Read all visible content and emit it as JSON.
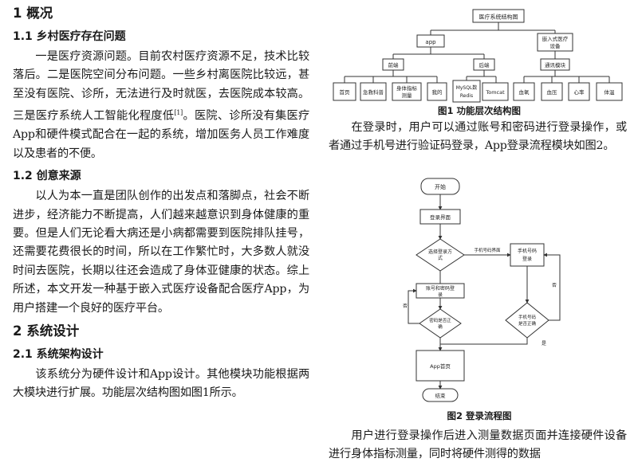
{
  "left": {
    "h1": "1 概况",
    "s11_title": "1.1 乡村医疗存在问题",
    "s11_text": "一是医疗资源问题。目前农村医疗资源不足，技术比较落后。二是医院空间分布问题。一些乡村离医院比较远，甚至没有医院、诊所，无法进行及时就医，去医院成本较高。三是医疗系统人工智能化程度低",
    "s11_cite": "[1]",
    "s11_text2": "。医院、诊所没有集医疗App和硬件模式配合在一起的系统，增加医务人员工作难度以及患者的不便。",
    "s12_title": "1.2 创意来源",
    "s12_text": "以人为本一直是团队创作的出发点和落脚点，社会不断进步，经济能力不断提高，人们越来越意识到身体健康的重要。但是人们无论看大病还是小病都需要到医院排队挂号，还需要花费很长的时间，所以在工作繁忙时，大多数人就没时间去医院，长期以往还会造成了身体亚健康的状态。综上所述，本文开发一种基于嵌入式医疗设备配合医疗App，为用户搭建一个良好的医疗平台。",
    "h2": "2 系统设计",
    "s21_title": "2.1 系统架构设计",
    "s21_text": "该系统分为硬件设计和App设计。其他模块功能根据两大模块进行扩展。功能层次结构图如图1所示。"
  },
  "fig1": {
    "caption": "图1  功能层次结构图",
    "root": "医疗系统结构图",
    "app": "app",
    "embedded": [
      "嵌入式医疗",
      "设备"
    ],
    "frontend": "前端",
    "backend": "后端",
    "comm": "通讯模块",
    "leaves_front": [
      "首页",
      "急救科普",
      [
        "身体指标",
        "测量"
      ],
      "我的"
    ],
    "leaves_back": [
      [
        "MySQL数",
        "Redis"
      ],
      "Tomcat"
    ],
    "leaves_dev": [
      "血氧",
      "血压",
      "心率",
      "体温"
    ]
  },
  "mid_text": "在登录时，用户可以通过账号和密码进行登录操作，或者通过手机号进行验证码登录，App登录流程模块如图2。",
  "fig2": {
    "caption": "图2    登录流程图",
    "start": "开始",
    "login_page": "登录界面",
    "choose": [
      "选择登录方",
      "式"
    ],
    "phone_label": "手机号码界面",
    "phone_login": [
      "手机号码",
      "登录"
    ],
    "acct_login": [
      "账号和密码登",
      "录"
    ],
    "verify_pwd": [
      "密码是否正",
      "确"
    ],
    "verify_phone": [
      "手机号码",
      "是否正确"
    ],
    "no": "否",
    "yes": "是",
    "app_home": "App首页",
    "end": "结束"
  },
  "bottom_text": "用户进行登录操作后进入测量数据页面并连接硬件设备进行身体指标测量，同时将硬件测得的数据"
}
